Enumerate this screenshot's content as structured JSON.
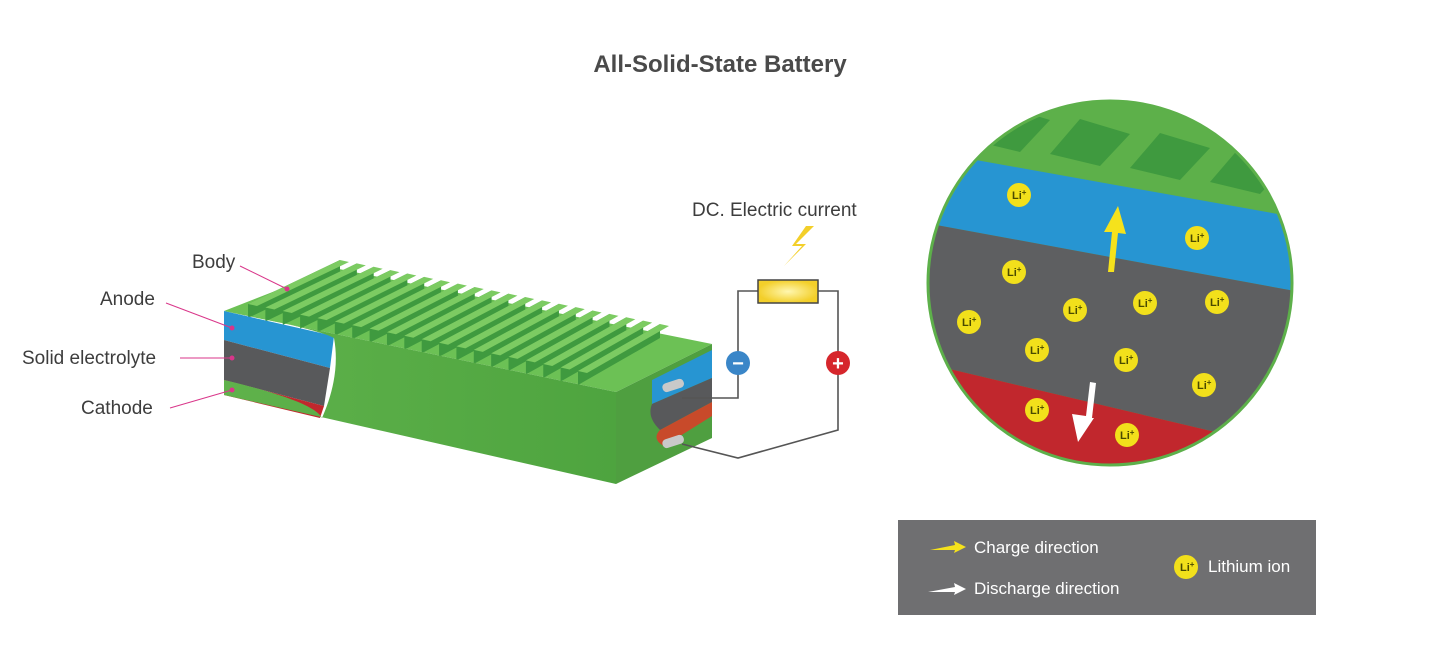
{
  "title": "All-Solid-State Battery",
  "labels": {
    "body": "Body",
    "anode": "Anode",
    "electrolyte": "Solid electrolyte",
    "cathode": "Cathode",
    "dc": "DC. Electric current"
  },
  "terminals": {
    "negative": "−",
    "positive": "+"
  },
  "ion_label": "Li",
  "ion_sup": "+",
  "legend": {
    "charge": "Charge direction",
    "discharge": "Discharge direction",
    "ion": "Lithium ion"
  },
  "colors": {
    "body_green": "#5db04a",
    "fin_dark": "#3f9a3f",
    "anode_blue": "#2795d2",
    "electrolyte_gray": "#5e5f61",
    "cathode_red": "#c1272d",
    "ion_yellow": "#f2e01b",
    "leader_pink": "#d9368a",
    "legend_bg": "#6f6f71"
  }
}
